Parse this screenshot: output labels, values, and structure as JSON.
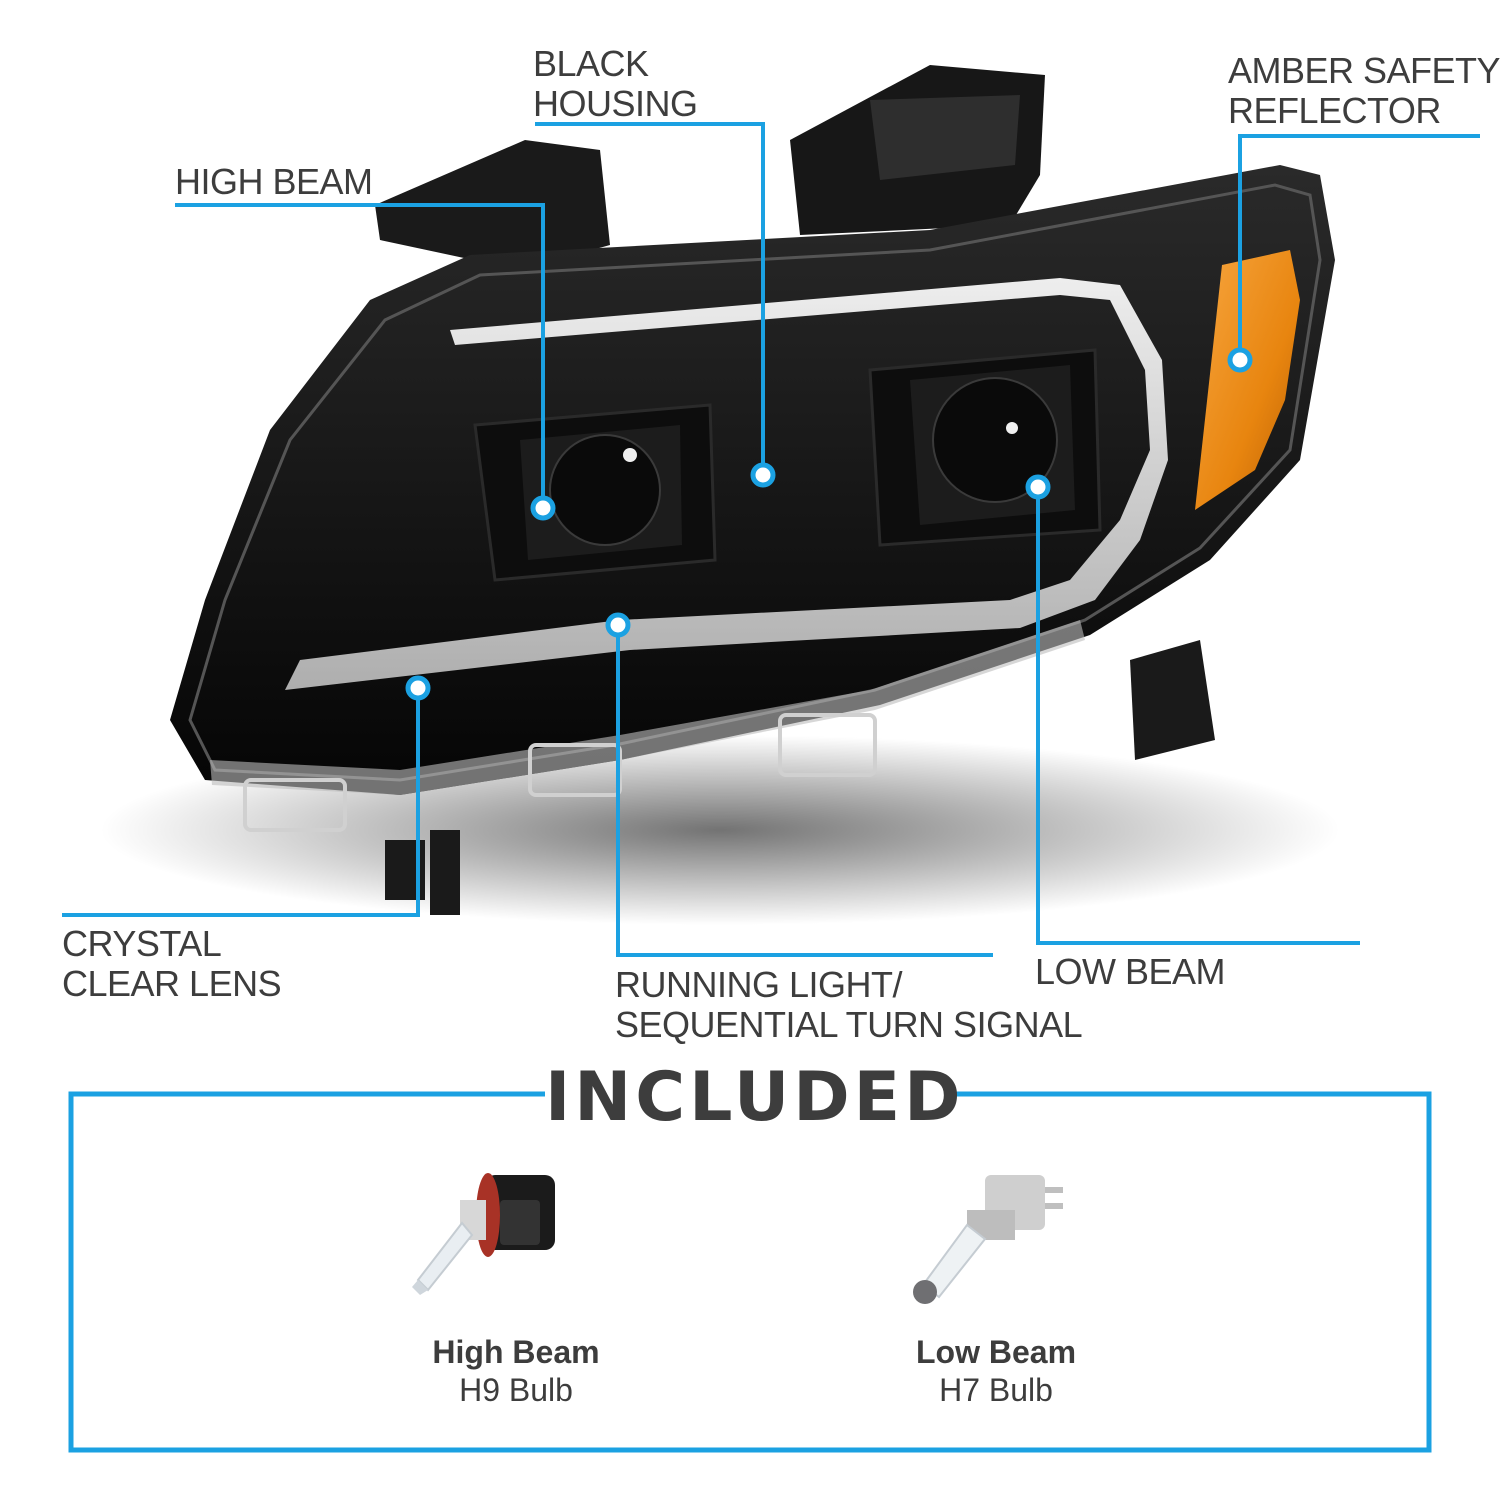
{
  "colors": {
    "callout": "#1ba1e2",
    "text": "#3d3d3d",
    "housing": "#111111",
    "amber": "#e8850f"
  },
  "callouts": {
    "black_housing": [
      "BLACK",
      "HOUSING"
    ],
    "amber_reflector": [
      "AMBER SAFETY",
      "REFLECTOR"
    ],
    "high_beam": [
      "HIGH BEAM"
    ],
    "crystal_lens": [
      "CRYSTAL",
      "CLEAR LENS"
    ],
    "running_light": [
      "RUNNING LIGHT/",
      "SEQUENTIAL TURN SIGNAL"
    ],
    "low_beam": [
      "LOW BEAM"
    ]
  },
  "included": {
    "title": "INCLUDED",
    "items": [
      {
        "name": "High Beam",
        "type": "H9 Bulb",
        "icon": "h9-bulb-icon"
      },
      {
        "name": "Low Beam",
        "type": "H7 Bulb",
        "icon": "h7-bulb-icon"
      }
    ]
  }
}
